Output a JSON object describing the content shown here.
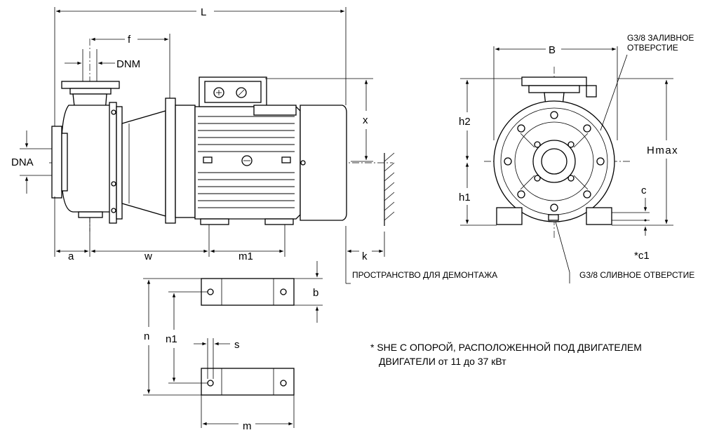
{
  "dimensions": {
    "L": "L",
    "f": "f",
    "DNM": "DNM",
    "DNA": "DNA",
    "a": "a",
    "w": "w",
    "m1": "m1",
    "k": "k",
    "x": "x",
    "B": "B",
    "h2": "h2",
    "h1": "h1",
    "Hmax": "Hmax",
    "c": "c",
    "c1": "*c1",
    "b": "b",
    "n": "n",
    "n1": "n1",
    "s": "s",
    "m": "m"
  },
  "notes": {
    "fill_hole_line1": "G3/8 ЗАЛИВНОЕ",
    "fill_hole_line2": "ОТВЕРСТИЕ",
    "drain_hole": "G3/8 СЛИВНОЕ ОТВЕРСТИЕ",
    "dismantle_space": "ПРОСТРАНСТВО ДЛЯ ДЕМОНТАЖА",
    "footnote_line1": "* SHE С ОПОРОЙ, РАСПОЛОЖЕННОЙ ПОД ДВИГАТЕЛЕМ",
    "footnote_line2": "ДВИГАТЕЛИ от 11 до 37 кВт"
  }
}
